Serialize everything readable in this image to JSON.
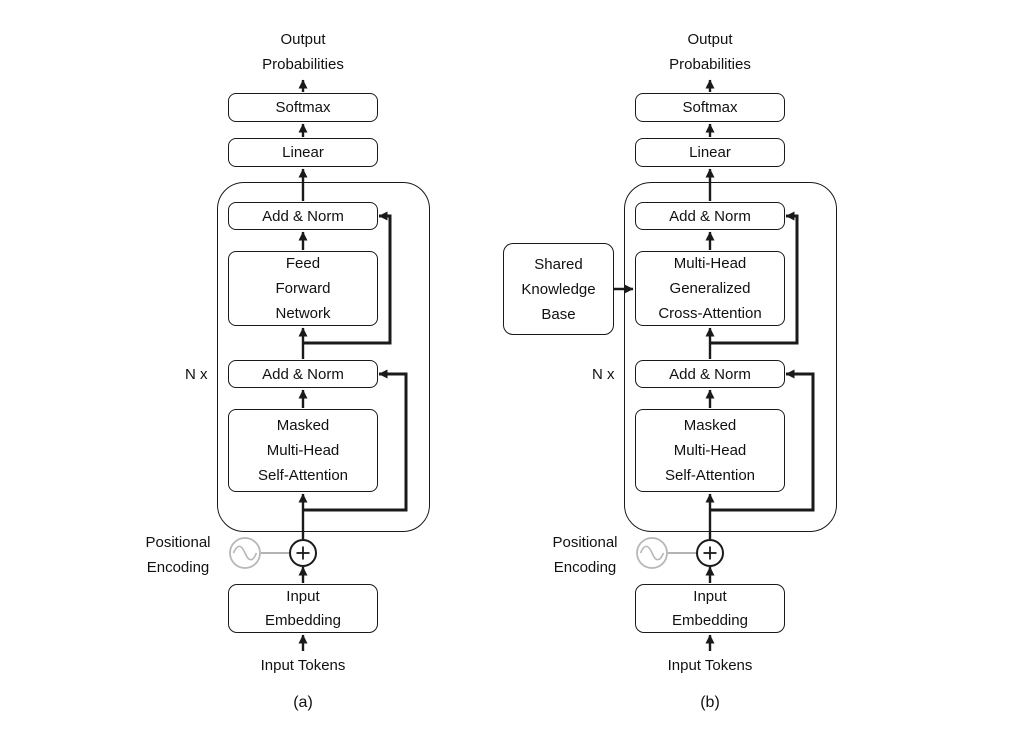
{
  "colors": {
    "stroke": "#1a1a1a",
    "positional_icon": "#b7b7b7"
  },
  "diagram_a": {
    "output_probabilities": "Output\nProbabilities",
    "softmax": "Softmax",
    "linear": "Linear",
    "add_norm_top": "Add & Norm",
    "middle_block": "Feed\nForward\nNetwork",
    "add_norm_bottom": "Add & Norm",
    "attention_block": "Masked\nMulti-Head\nSelf-Attention",
    "repeat_label": "N x",
    "positional_encoding": "Positional\nEncoding",
    "input_embedding": "Input\nEmbedding",
    "input_tokens": "Input Tokens",
    "caption": "(a)"
  },
  "diagram_b": {
    "output_probabilities": "Output\nProbabilities",
    "softmax": "Softmax",
    "linear": "Linear",
    "add_norm_top": "Add & Norm",
    "middle_block": "Multi-Head\nGeneralized\nCross-Attention",
    "shared_knowledge_base": "Shared\nKnowledge\nBase",
    "add_norm_bottom": "Add & Norm",
    "attention_block": "Masked\nMulti-Head\nSelf-Attention",
    "repeat_label": "N x",
    "positional_encoding": "Positional\nEncoding",
    "input_embedding": "Input\nEmbedding",
    "input_tokens": "Input Tokens",
    "caption": "(b)"
  }
}
